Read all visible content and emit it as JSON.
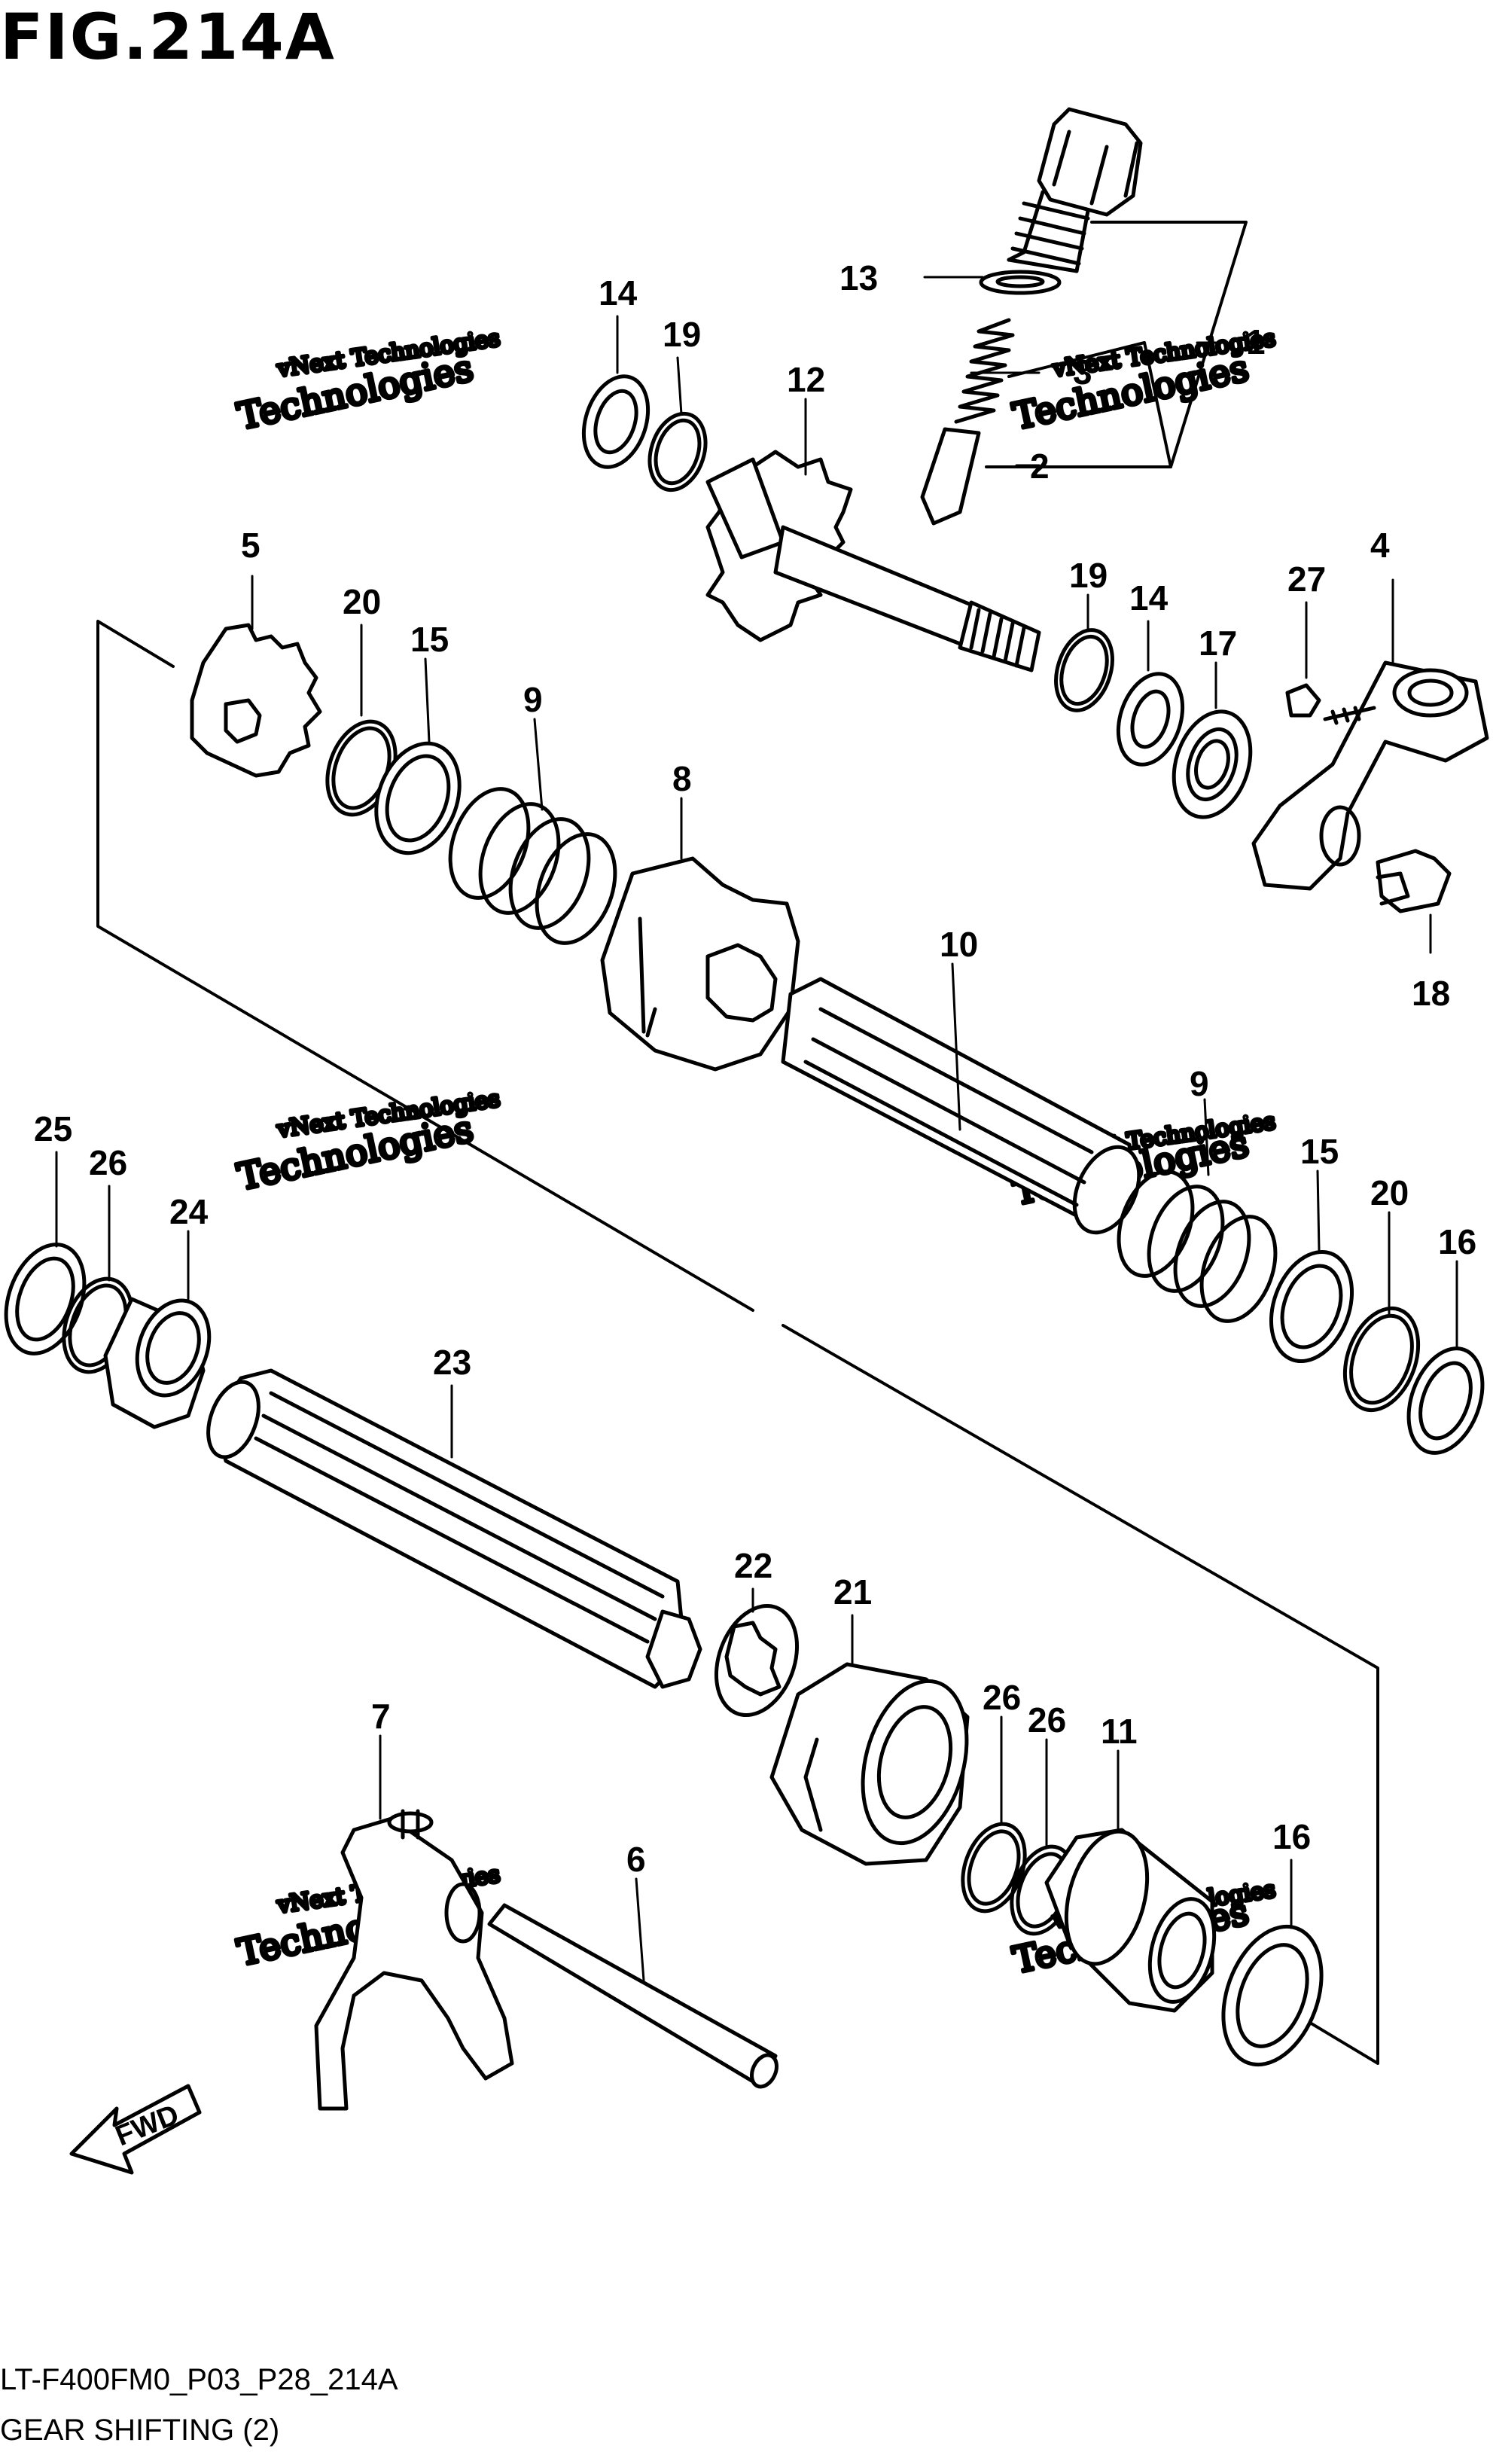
{
  "figure": {
    "title": "FIG.214A"
  },
  "footer": {
    "code": "LT-F400FM0_P03_P28_214A",
    "name": "GEAR SHIFTING (2)"
  },
  "fwd_label": "FWD",
  "watermark": {
    "line1": "vNext Technologies",
    "line2": "Technologies",
    "short": "vNext"
  },
  "callouts": {
    "c1": "1",
    "c2": "2",
    "c3": "3",
    "c4": "4",
    "c5": "5",
    "c6": "6",
    "c7": "7",
    "c8": "8",
    "c9a": "9",
    "c9b": "9",
    "c10": "10",
    "c11": "11",
    "c12": "12",
    "c13": "13",
    "c14a": "14",
    "c14b": "14",
    "c15a": "15",
    "c15b": "15",
    "c16a": "16",
    "c16b": "16",
    "c17": "17",
    "c18": "18",
    "c19a": "19",
    "c19b": "19",
    "c20a": "20",
    "c20b": "20",
    "c21": "21",
    "c22": "22",
    "c23": "23",
    "c24": "24",
    "c25": "25",
    "c26a": "26",
    "c26b": "26",
    "c26c": "26",
    "c27": "27"
  }
}
